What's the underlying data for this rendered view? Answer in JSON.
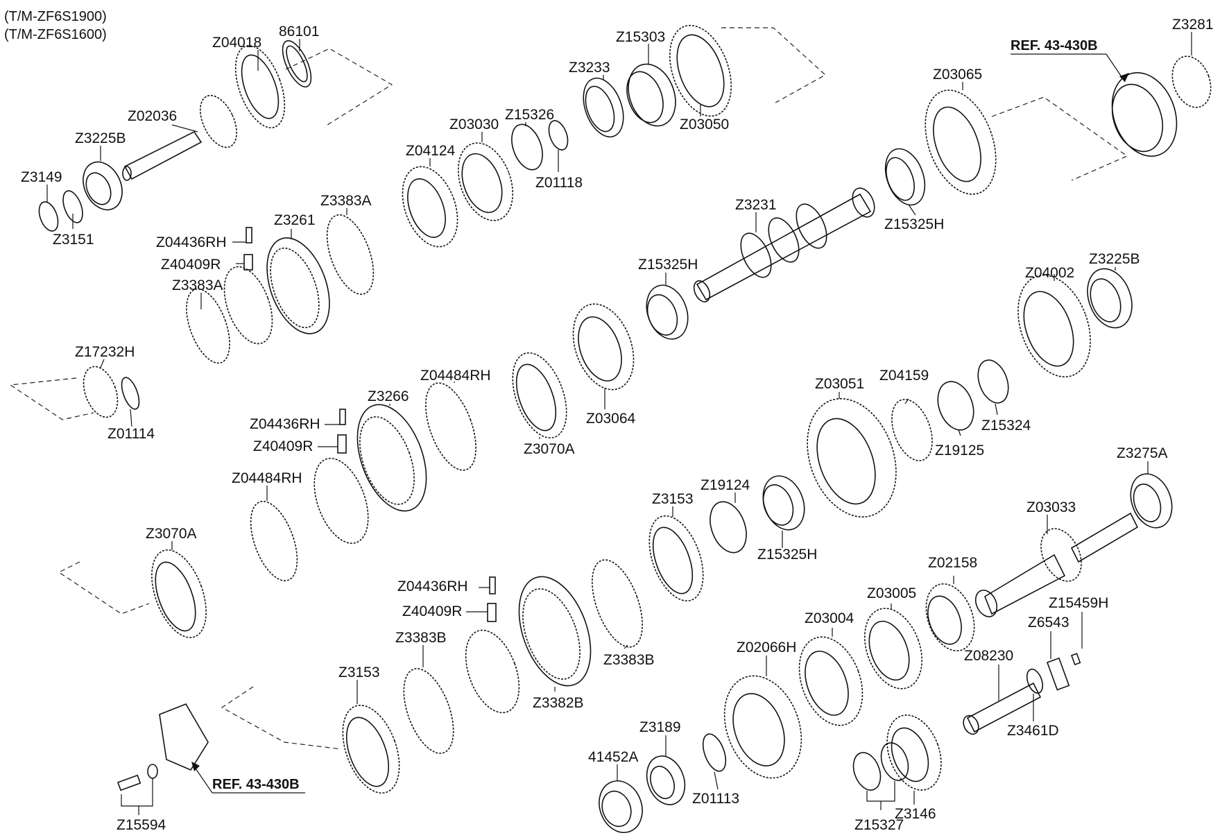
{
  "header": {
    "line1": "(T/M-ZF6S1900)",
    "line2": "(T/M-ZF6S1600)"
  },
  "references": {
    "top": "REF. 43-430B",
    "bottom": "REF. 43-430B"
  },
  "labels": {
    "l86101": "86101",
    "Z04018": "Z04018",
    "Z02036": "Z02036",
    "Z3225B_a": "Z3225B",
    "Z3149": "Z3149",
    "Z3151": "Z3151",
    "Z04436RH_a": "Z04436RH",
    "Z40409R_a": "Z40409R",
    "Z3261": "Z3261",
    "Z3383A_a": "Z3383A",
    "Z3383A_b": "Z3383A",
    "Z17232H": "Z17232H",
    "Z01114": "Z01114",
    "Z15303": "Z15303",
    "Z3233": "Z3233",
    "Z03050": "Z03050",
    "Z03030": "Z03030",
    "Z15326": "Z15326",
    "Z04124": "Z04124",
    "Z01118": "Z01118",
    "Z3281": "Z3281",
    "Z03065": "Z03065",
    "Z3231": "Z3231",
    "Z15325H_a": "Z15325H",
    "Z15325H_b": "Z15325H",
    "Z15325H_c": "Z15325H",
    "Z04002": "Z04002",
    "Z3225B_b": "Z3225B",
    "Z03064": "Z03064",
    "Z3070A_a": "Z3070A",
    "Z3070A_b": "Z3070A",
    "Z04484RH_a": "Z04484RH",
    "Z04484RH_b": "Z04484RH",
    "Z3266": "Z3266",
    "Z04436RH_b": "Z04436RH",
    "Z40409R_b": "Z40409R",
    "Z03051": "Z03051",
    "Z04159": "Z04159",
    "Z19125": "Z19125",
    "Z15324": "Z15324",
    "Z3275A": "Z3275A",
    "Z03033": "Z03033",
    "Z3153_a": "Z3153",
    "Z19124": "Z19124",
    "Z02158": "Z02158",
    "Z15459H": "Z15459H",
    "Z6543": "Z6543",
    "Z03005": "Z03005",
    "Z03004": "Z03004",
    "Z04436RH_c": "Z04436RH",
    "Z40409R_c": "Z40409R",
    "Z3383B_a": "Z3383B",
    "Z3383B_b": "Z3383B",
    "Z3382B": "Z3382B",
    "Z02066H": "Z02066H",
    "Z08230": "Z08230",
    "Z3461D": "Z3461D",
    "Z3153_b": "Z3153",
    "Z3189": "Z3189",
    "l41452A": "41452A",
    "Z01113": "Z01113",
    "Z3146": "Z3146",
    "Z15327": "Z15327",
    "Z15594": "Z15594"
  }
}
